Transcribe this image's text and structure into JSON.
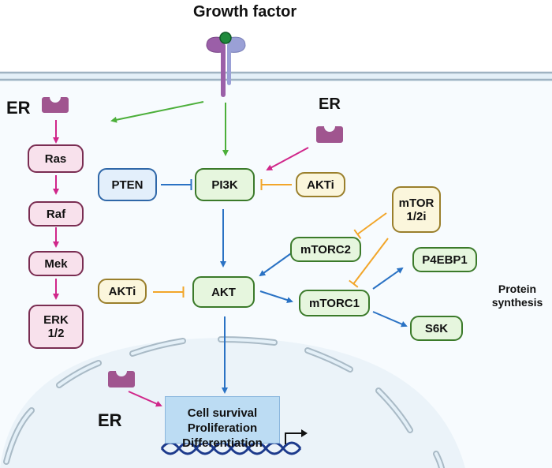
{
  "title": "Growth factor",
  "labels": {
    "er_left": "ER",
    "er_top": "ER",
    "er_nucleus": "ER",
    "protein_synthesis": "Protein synthesis"
  },
  "nodes": {
    "ras": "Ras",
    "raf": "Raf",
    "mek": "Mek",
    "erk": "ERK 1/2",
    "pten": "PTEN",
    "pi3k": "PI3K",
    "akti_top": "AKTi",
    "mtori": "mTOR 1/2i",
    "mtorc2": "mTORC2",
    "akt": "AKT",
    "akti_left": "AKTi",
    "mtorc1": "mTORC1",
    "p4ebp1": "P4EBP1",
    "s6k": "S6K"
  },
  "outcome": {
    "lines": [
      "Cell survival",
      "Proliferation",
      "Differentiation"
    ]
  },
  "colors": {
    "activation_green": "#4caf3a",
    "activation_pink": "#d0268a",
    "activation_blue": "#2a72c4",
    "inhibition_orange": "#f2a62a",
    "receptor_purple": "#9b5fa8",
    "ligand_green": "#1f8a3c",
    "membrane": "#9fb3c2",
    "cytoplasm": "#f7fbfe",
    "nucleus": "#ebf3f9",
    "dna": "#1c3a8c"
  },
  "edges": [
    {
      "from": "receptor",
      "to": "ras-pathway",
      "type": "activation"
    },
    {
      "from": "receptor",
      "to": "pi3k",
      "type": "activation"
    },
    {
      "from": "er_top",
      "to": "pi3k",
      "type": "activation"
    },
    {
      "from": "pten",
      "to": "pi3k",
      "type": "inhibition"
    },
    {
      "from": "akti_top",
      "to": "pi3k",
      "type": "inhibition"
    },
    {
      "from": "er_left",
      "to": "ras",
      "type": "activation"
    },
    {
      "from": "ras",
      "to": "raf",
      "type": "activation"
    },
    {
      "from": "raf",
      "to": "mek",
      "type": "activation"
    },
    {
      "from": "mek",
      "to": "erk",
      "type": "activation"
    },
    {
      "from": "pi3k",
      "to": "akt",
      "type": "activation"
    },
    {
      "from": "mtorc2",
      "to": "akt",
      "type": "activation"
    },
    {
      "from": "akti_left",
      "to": "akt",
      "type": "inhibition"
    },
    {
      "from": "mtori",
      "to": "mtorc2",
      "type": "inhibition"
    },
    {
      "from": "mtori",
      "to": "mtorc1",
      "type": "inhibition"
    },
    {
      "from": "akt",
      "to": "mtorc1",
      "type": "activation"
    },
    {
      "from": "mtorc1",
      "to": "p4ebp1",
      "type": "activation"
    },
    {
      "from": "mtorc1",
      "to": "s6k",
      "type": "activation"
    },
    {
      "from": "akt",
      "to": "outcome",
      "type": "activation"
    },
    {
      "from": "er_nucleus",
      "to": "outcome",
      "type": "activation"
    }
  ]
}
